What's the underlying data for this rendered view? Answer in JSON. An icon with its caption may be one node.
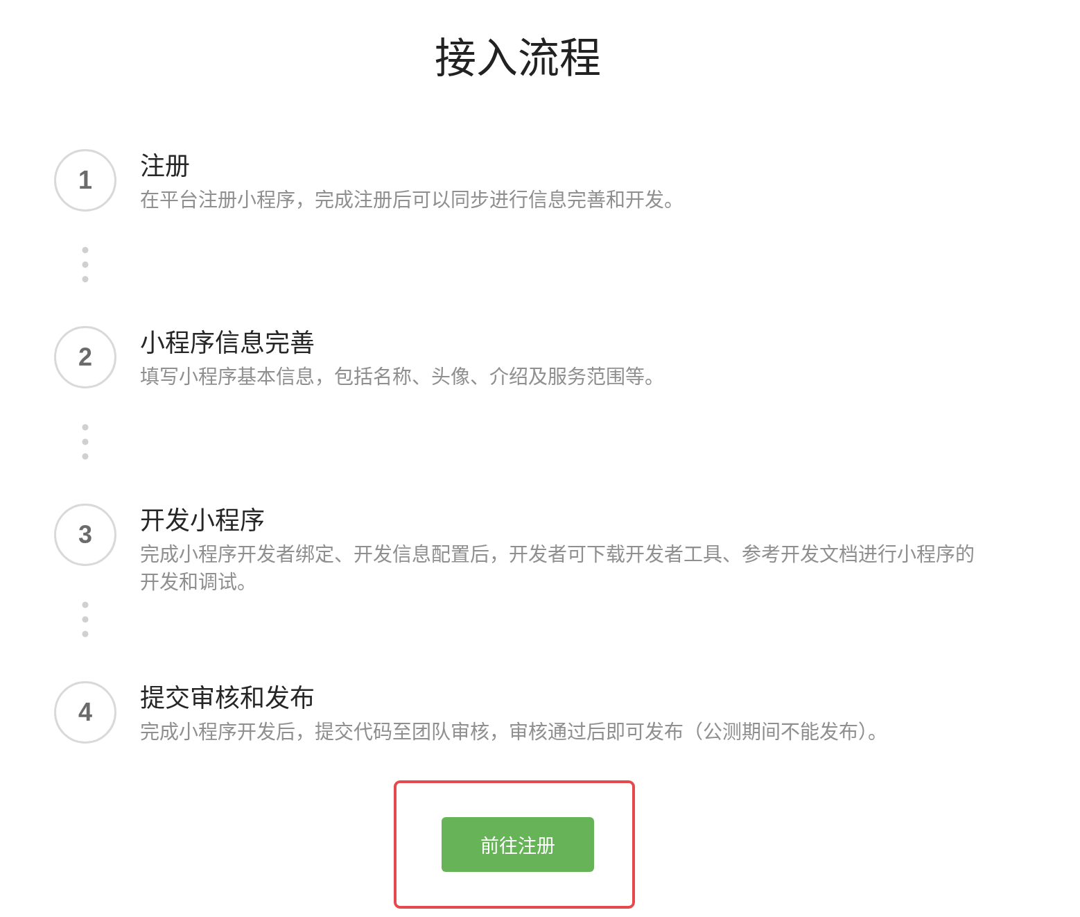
{
  "diagram": {
    "title": "接入流程",
    "nodes": [
      {
        "text": [
          "1"
        ],
        "beside": [
          "注册",
          "在平台注册小程序，完成注册后可以同步进行信息完善和开发。"
        ]
      },
      {
        "text": [
          "2"
        ],
        "beside": [
          "小程序信息完善",
          "填写小程序基本信息，包括名称、头像、介绍及服务范围等。"
        ]
      },
      {
        "text": [
          "3"
        ],
        "beside": [
          "开发小程序",
          "完成小程序开发者绑定、开发信息配置后，开发者可下载开发者工具、参考开发文档进行小程序的开发和调试。"
        ]
      },
      {
        "text": [
          "4"
        ],
        "beside": [
          "提交审核和发布",
          "完成小程序开发后，提交代码至团队审核，审核通过后即可发布（公测期间不能发布）。"
        ]
      },
      {
        "text": [],
        "shape": "box"
      },
      {
        "text": [
          "前往注册"
        ],
        "in": 4
      }
    ],
    "edges": [
      {
        "from": 0,
        "to": 1,
        "arrow": "none",
        "style": "dashed"
      },
      {
        "from": 1,
        "to": 2,
        "arrow": "none",
        "style": "dashed"
      },
      {
        "from": 2,
        "to": 3,
        "arrow": "none",
        "style": "dashed"
      }
    ]
  }
}
